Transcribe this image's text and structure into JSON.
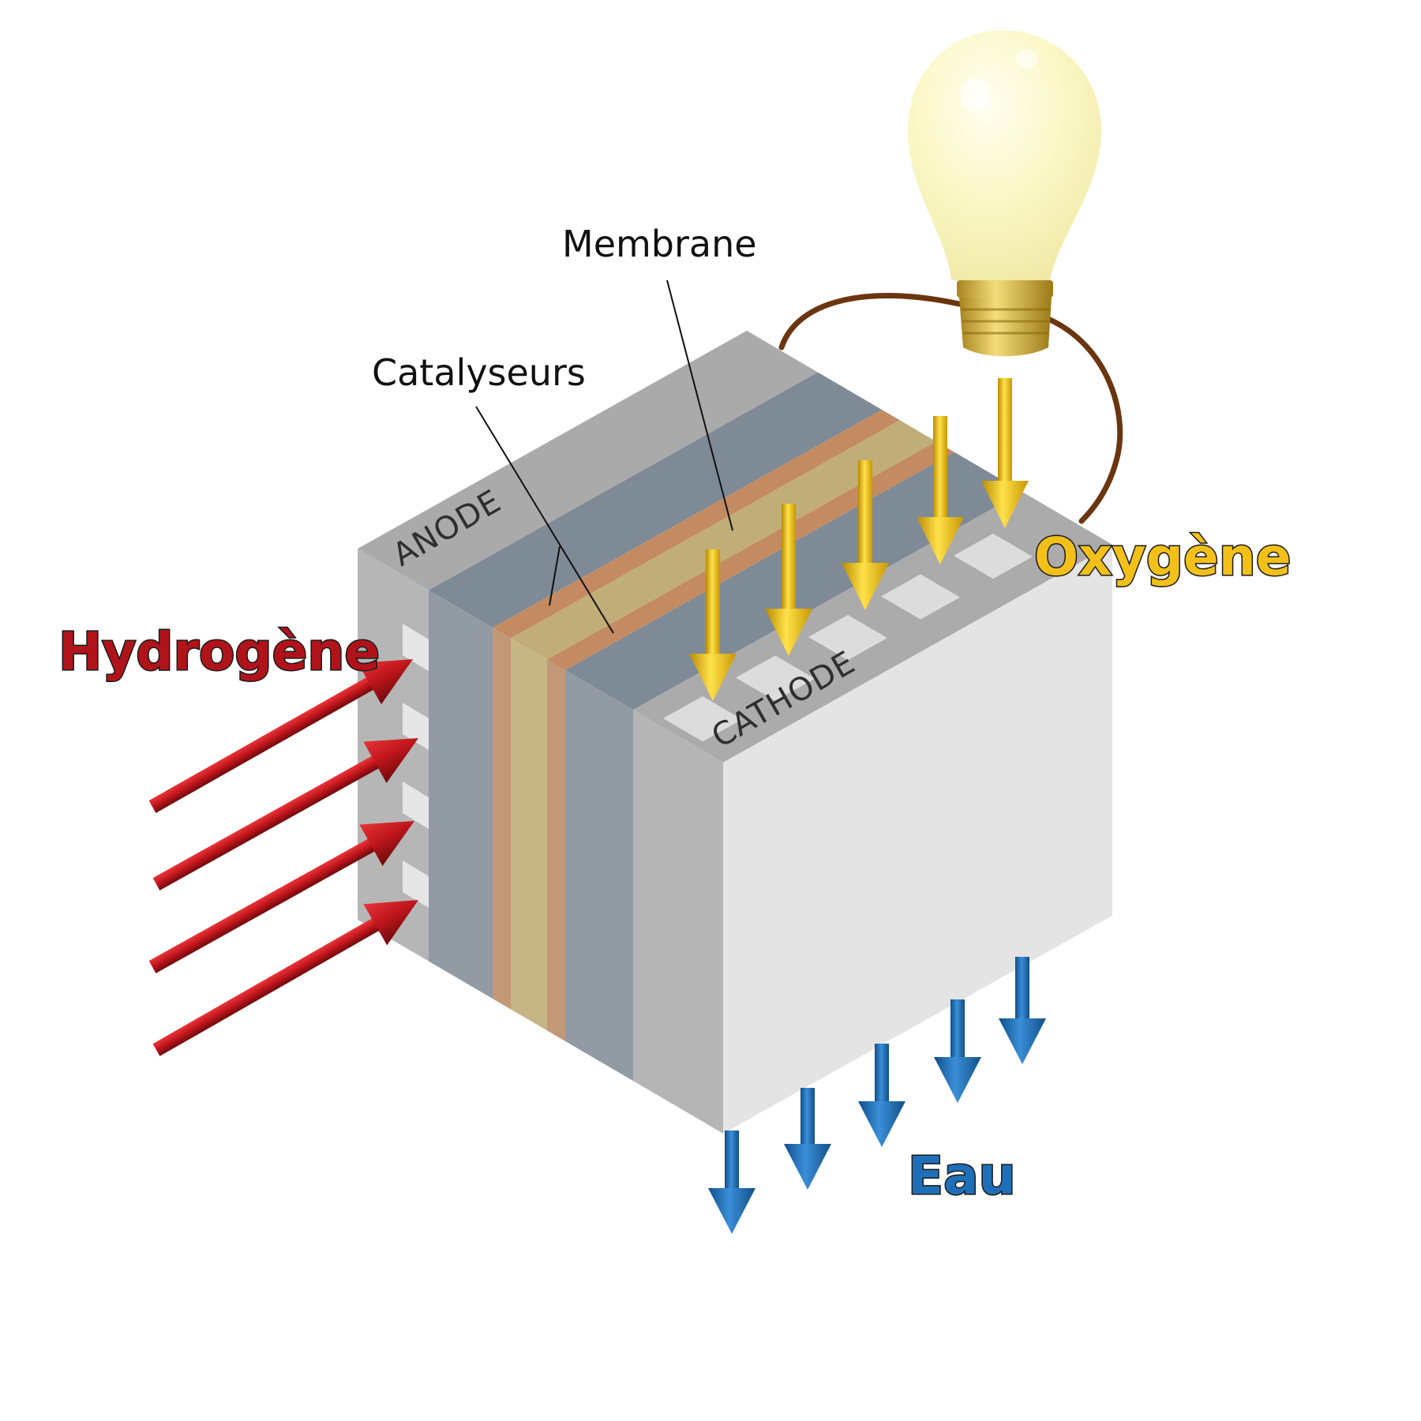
{
  "title": "Pile à combustible",
  "labels": {
    "membrane": "Membrane",
    "catalysts": "Catalyseurs",
    "anode": "ANODE",
    "cathode": "CATHODE",
    "hydrogen": "Hydrogène",
    "oxygen": "Oxygène",
    "water": "Eau"
  },
  "colors": {
    "hydrogen": "#c0161c",
    "oxygen": "#f2c019",
    "water": "#1f6fb8",
    "anode": "#aeaeae",
    "diffusion_layer": "#7f8b97",
    "catalyst": "#c4906a",
    "membrane": "#c6b37e",
    "cathode": "#b4b4b4",
    "front_face": "#e4e4e4",
    "wire": "#6b3510",
    "bulb": "#fbf8c8"
  },
  "flows": {
    "hydrogen_arrows": 4,
    "oxygen_arrows": 5,
    "water_arrows": 5
  },
  "icons": {
    "bulb": "light-bulb-icon"
  }
}
